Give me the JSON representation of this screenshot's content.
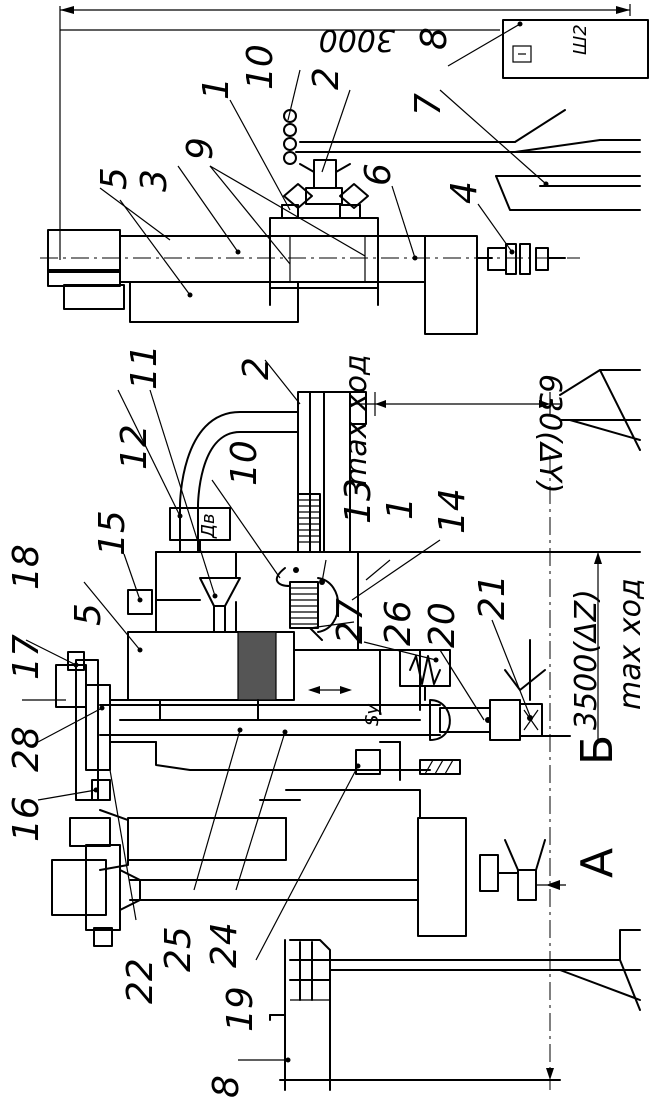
{
  "labels": {
    "n1a": "1",
    "n1b": "1",
    "n2a": "2",
    "n2b": "2",
    "n3": "3",
    "n4": "4",
    "n5a": "5",
    "n5b": "5",
    "n6": "6",
    "n7": "7",
    "n8a": "8",
    "n8b": "8",
    "n9": "9",
    "n10a": "10",
    "n10b": "10",
    "n11": "11",
    "n12": "12",
    "n13": "13",
    "n14": "14",
    "n15": "15",
    "n16": "16",
    "n17": "17",
    "n18": "18",
    "n19": "19",
    "n20": "20",
    "n21": "21",
    "n22": "22",
    "n24": "24",
    "n25": "25",
    "n26": "26",
    "n27": "27",
    "n28": "28"
  },
  "dimensions": {
    "width_total": "3000",
    "dy_value": "630(ΔY)",
    "dy_note": "max ход",
    "dz_value": "3500(ΔZ)",
    "dz_note": "max ход"
  },
  "markers": {
    "cabinet": "Ш2",
    "motor": "Дв",
    "feed": "Sy",
    "view_a": "А",
    "view_b": "Б"
  }
}
